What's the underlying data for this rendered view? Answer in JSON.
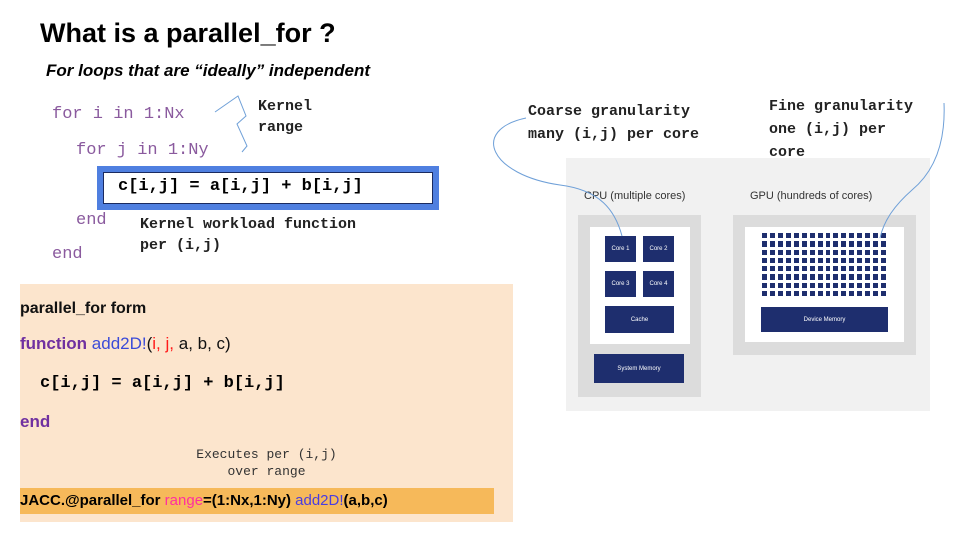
{
  "title": "What is a parallel_for ?",
  "subtitle": "For loops that are “ideally” independent",
  "loop": {
    "outer": "for i in 1:Nx",
    "inner": "for j in 1:Ny",
    "kernel_statement": "c[i,j] = a[i,j] + b[i,j]",
    "inner_end": "end",
    "outer_end": "end"
  },
  "annotations": {
    "kernel_range_line1": "Kernel",
    "kernel_range_line2": "range",
    "workload_line1": "Kernel workload function",
    "workload_line2": "per (i,j)"
  },
  "form": {
    "title": "parallel_for form",
    "keyword_function": "function",
    "fn_name": "add2D!",
    "paren_open": "(",
    "arg_ij": "i, j,",
    "args_rest": " a, b, c)",
    "body": "c[i,j] = a[i,j] + b[i,j]",
    "keyword_end": "end",
    "exec_line1": "Executes per (i,j)",
    "exec_line2": "over range",
    "call_prefix": "JACC.@parallel_for ",
    "call_range_kw": "range",
    "call_range_val": "=(1:Nx,1:Ny) ",
    "call_fn": "add2D!",
    "call_args": "(a,b,c)"
  },
  "granularity": {
    "coarse_line1": "Coarse granularity",
    "coarse_line2": "many (i,j) per core",
    "fine_line1": "Fine granularity",
    "fine_line2": "one (i,j) per",
    "fine_line3": "core"
  },
  "hardware": {
    "cpu_label": "CPU (multiple cores)",
    "gpu_label": "GPU (hundreds of cores)",
    "cores": [
      "Core 1",
      "Core 2",
      "Core 3",
      "Core 4"
    ],
    "cache": "Cache",
    "system_memory": "System Memory",
    "device_memory": "Device Memory"
  },
  "colors": {
    "kernel_box_border": "#4f7fe0",
    "form_background": "#fce5cd",
    "call_highlight": "#f6b95a",
    "chip": "#1e2e6e"
  }
}
